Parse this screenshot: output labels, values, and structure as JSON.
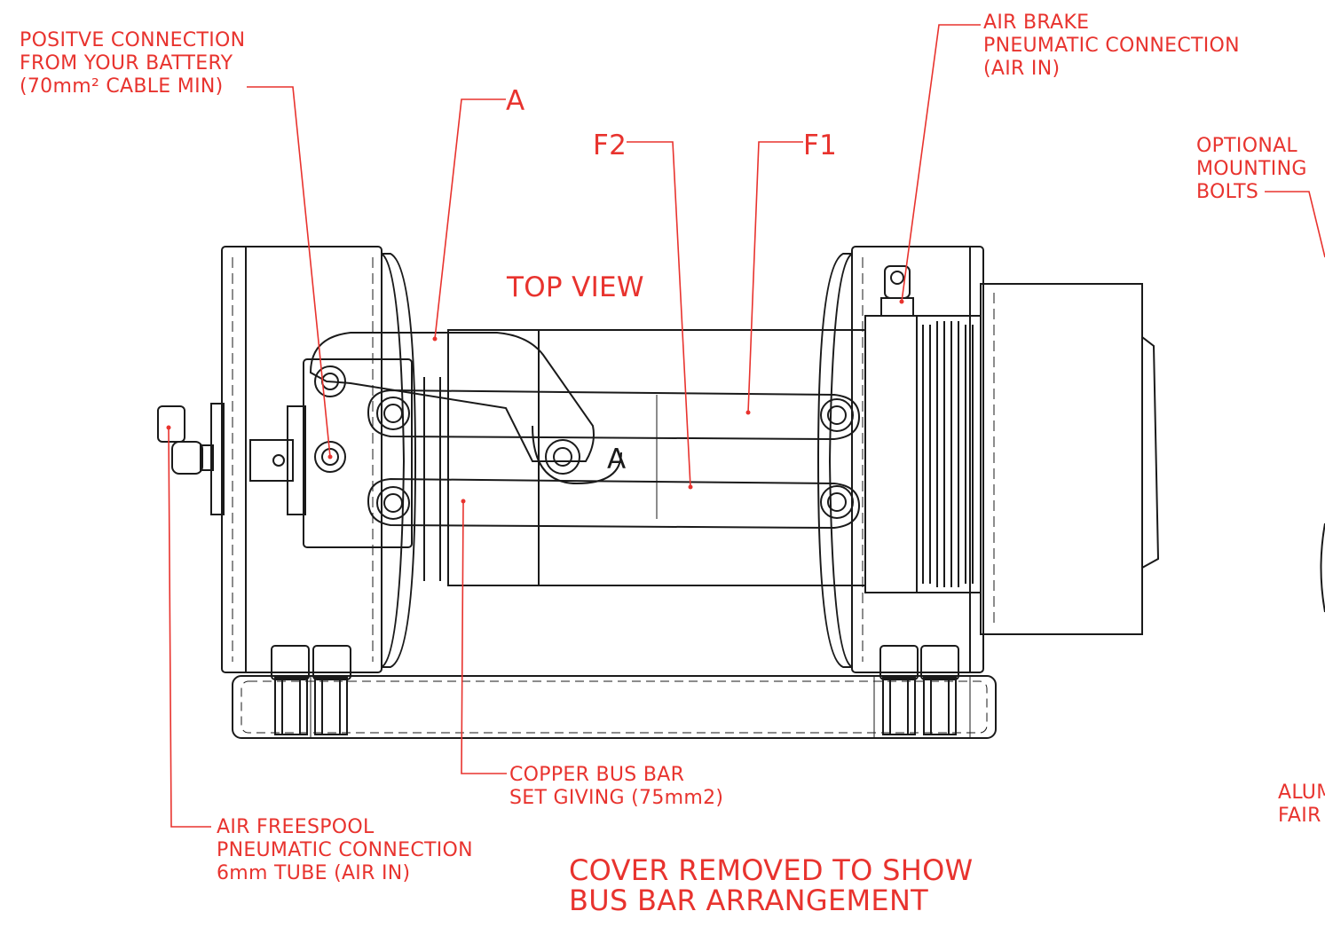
{
  "labels": {
    "positive_connection": [
      "POSITVE CONNECTION",
      "FROM YOUR BATTERY",
      "(70mm² CABLE MIN)"
    ],
    "terminal_a": "A",
    "terminal_f2": "F2",
    "terminal_f1": "F1",
    "air_brake": [
      "AIR BRAKE",
      "PNEUMATIC CONNECTION",
      "(AIR IN)"
    ],
    "optional_mounting": [
      "OPTIONAL",
      "MOUNTING",
      "BOLTS"
    ],
    "top_view": "TOP VIEW",
    "part_a_mark": "A",
    "copper_bus_bar": [
      "COPPER BUS BAR",
      "SET GIVING (75mm2)"
    ],
    "air_freespool": [
      "AIR FREESPOOL",
      "PNEUMATIC CONNECTION",
      "6mm TUBE (AIR IN)"
    ],
    "aluminium_fairlead": [
      "ALUM",
      "FAIR"
    ],
    "cover_note": [
      "COVER REMOVED TO SHOW",
      "BUS BAR ARRANGEMENT"
    ]
  },
  "colors": {
    "annotation": "#e8332e",
    "linework": "#1a1a1a"
  }
}
